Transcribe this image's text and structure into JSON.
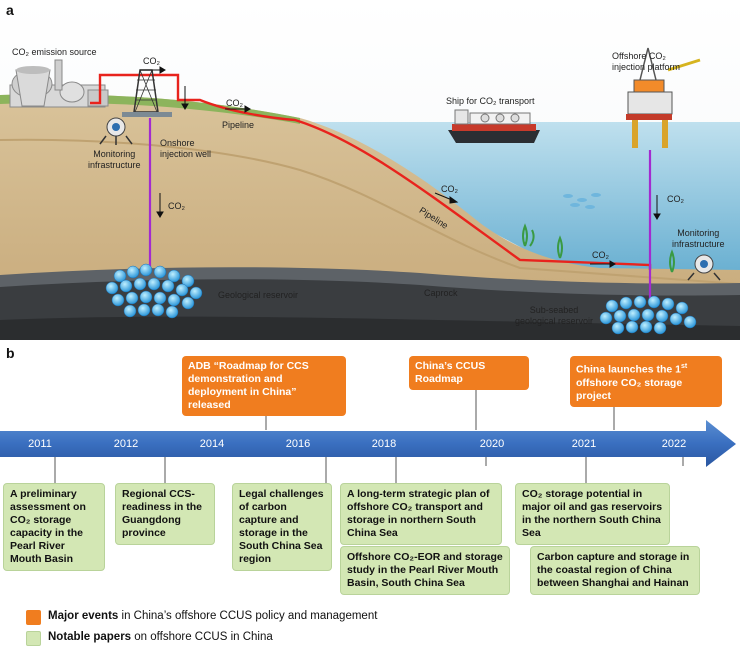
{
  "panel_a": {
    "letter": "a",
    "labels": {
      "emission_source": "CO₂ emission source",
      "co2_top": "CO₂",
      "co2_pipe_onshore": "CO₂",
      "pipeline_onshore": "Pipeline",
      "monitoring_onshore": "Monitoring\ninfrastructure",
      "injection_well": "Onshore\ninjection well",
      "co2_down_onshore": "CO₂",
      "geo_reservoir": "Geological reservoir",
      "caprock": "Caprock",
      "ship": "Ship for CO₂ transport",
      "platform": "Offshore CO₂\ninjection platform",
      "co2_slope": "CO₂",
      "pipeline_slope": "Pipeline",
      "co2_seabed": "CO₂",
      "co2_down_offshore": "CO₂",
      "monitoring_offshore": "Monitoring\ninfrastructure",
      "subseabed_reservoir": "Sub-seabed\ngeological reservoir"
    }
  },
  "panel_b": {
    "letter": "b",
    "years": [
      "2011",
      "2012",
      "2014",
      "2016",
      "2018",
      "2020",
      "2021",
      "2022"
    ],
    "events": [
      "ADB “Roadmap for CCS demonstration and deployment in China” released",
      "China’s CCUS Roadmap",
      "China launches the 1st offshore CO₂ storage project"
    ],
    "papers": [
      "A preliminary assessment on CO₂ storage capacity in the Pearl River Mouth Basin",
      "Regional CCS-readiness in the Guangdong province",
      "Legal challenges of carbon capture and storage in the South China Sea region",
      "A long-term strategic plan of offshore CO₂ transport and storage in northern South China Sea",
      "Offshore CO₂-EOR and storage study in the Pearl River Mouth Basin, South China Sea",
      "CO₂ storage potential in major oil and gas reservoirs in the northern South China Sea",
      "Carbon capture and storage in the coastal region of China between Shanghai and Hainan"
    ],
    "legend": {
      "events_bold": "Major events",
      "events_rest": " in China’s offshore CCUS policy and management",
      "papers_bold": "Notable papers",
      "papers_rest": " on offshore CCUS in China",
      "event_color": "#f07d1f",
      "paper_color": "#d3e7b4"
    }
  }
}
